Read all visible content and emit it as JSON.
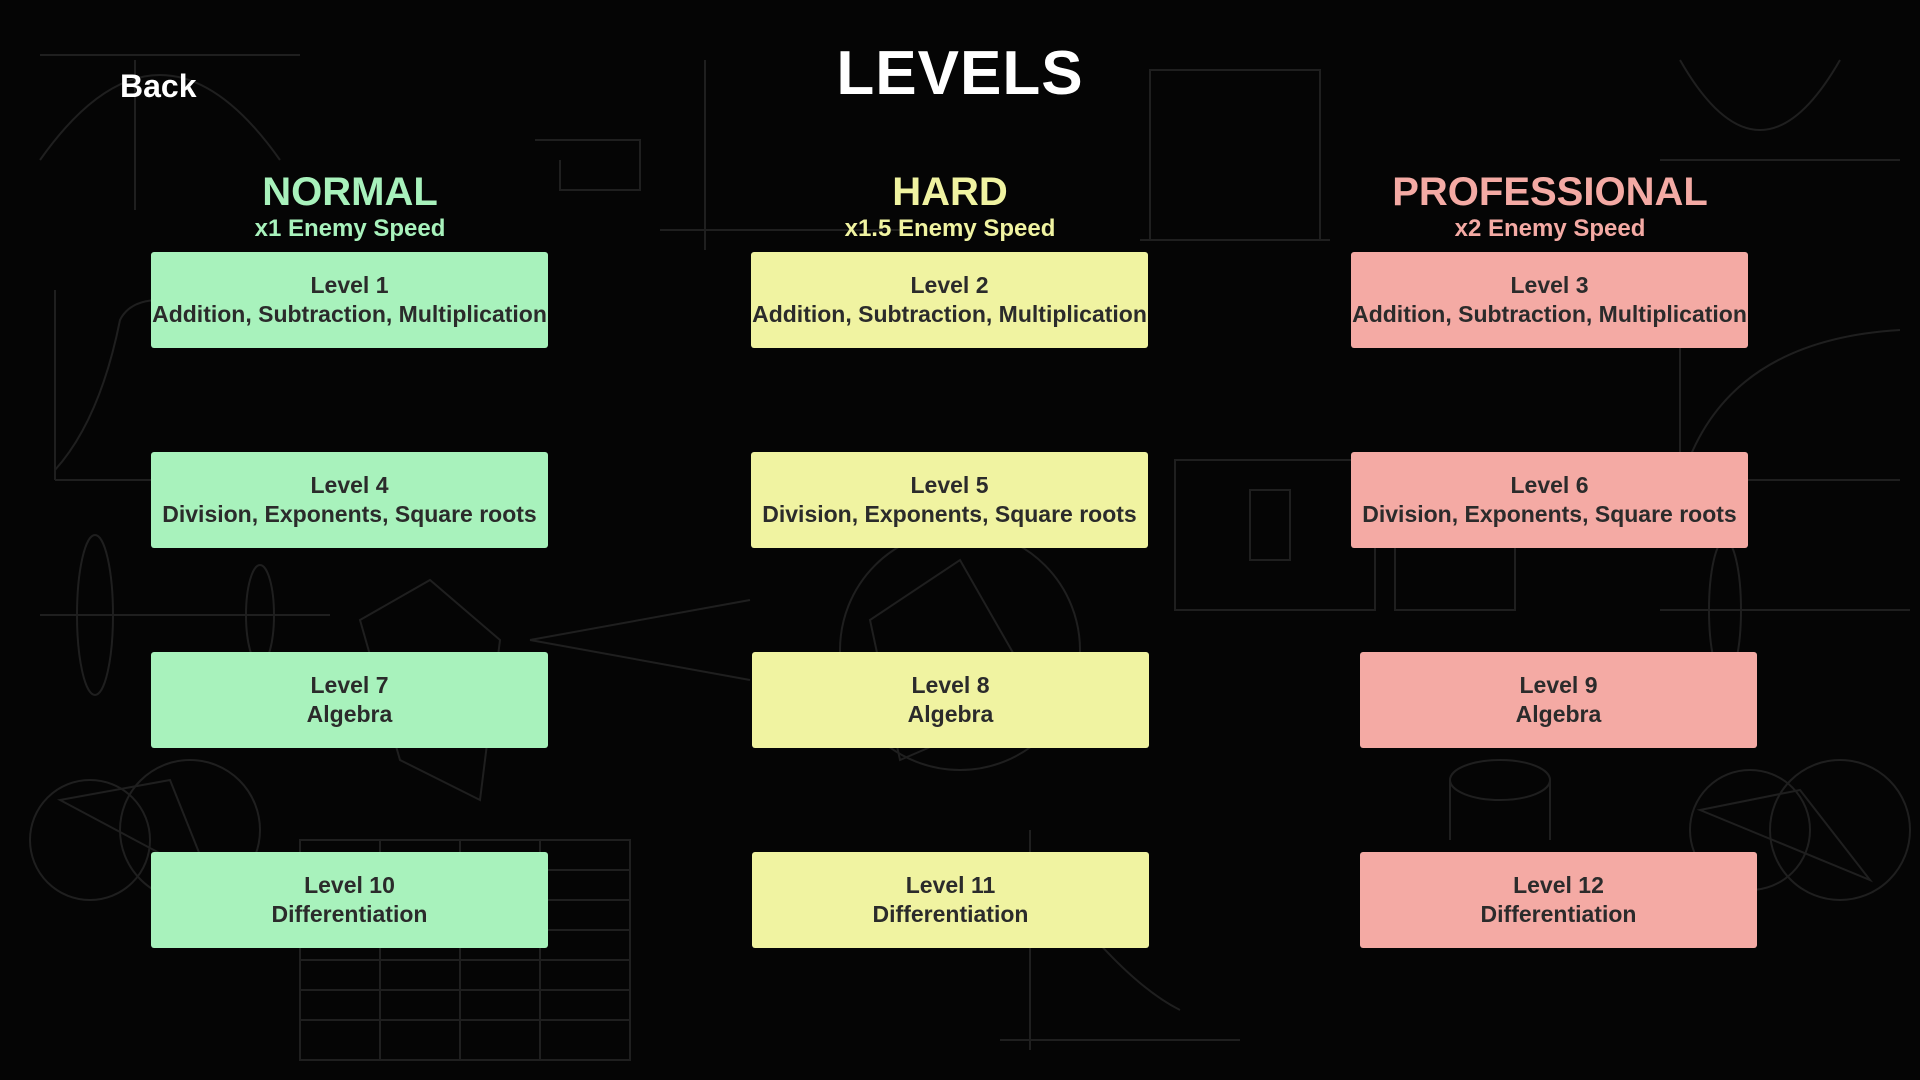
{
  "back_label": "Back",
  "title": "LEVELS",
  "colors": {
    "normal": "#a8f2bc",
    "hard": "#f0f3a1",
    "professional": "#f4aaa4",
    "background": "#050505"
  },
  "columns": [
    {
      "title": "NORMAL",
      "subtitle": "x1 Enemy Speed",
      "color": "#a8f2bc"
    },
    {
      "title": "HARD",
      "subtitle": "x1.5 Enemy Speed",
      "color": "#f0f3a1"
    },
    {
      "title": "PROFESSIONAL",
      "subtitle": "x2 Enemy Speed",
      "color": "#f4aaa4"
    }
  ],
  "levels": [
    {
      "name": "Level 1",
      "topic": "Addition, Subtraction, Multiplication"
    },
    {
      "name": "Level 2",
      "topic": "Addition, Subtraction, Multiplication"
    },
    {
      "name": "Level 3",
      "topic": "Addition, Subtraction, Multiplication"
    },
    {
      "name": "Level 4",
      "topic": "Division, Exponents, Square roots"
    },
    {
      "name": "Level 5",
      "topic": "Division, Exponents, Square roots"
    },
    {
      "name": "Level 6",
      "topic": "Division, Exponents, Square roots"
    },
    {
      "name": "Level 7",
      "topic": "Algebra"
    },
    {
      "name": "Level 8",
      "topic": "Algebra"
    },
    {
      "name": "Level 9",
      "topic": "Algebra"
    },
    {
      "name": "Level 10",
      "topic": "Differentiation"
    },
    {
      "name": "Level 11",
      "topic": "Differentiation"
    },
    {
      "name": "Level 12",
      "topic": "Differentiation"
    }
  ]
}
